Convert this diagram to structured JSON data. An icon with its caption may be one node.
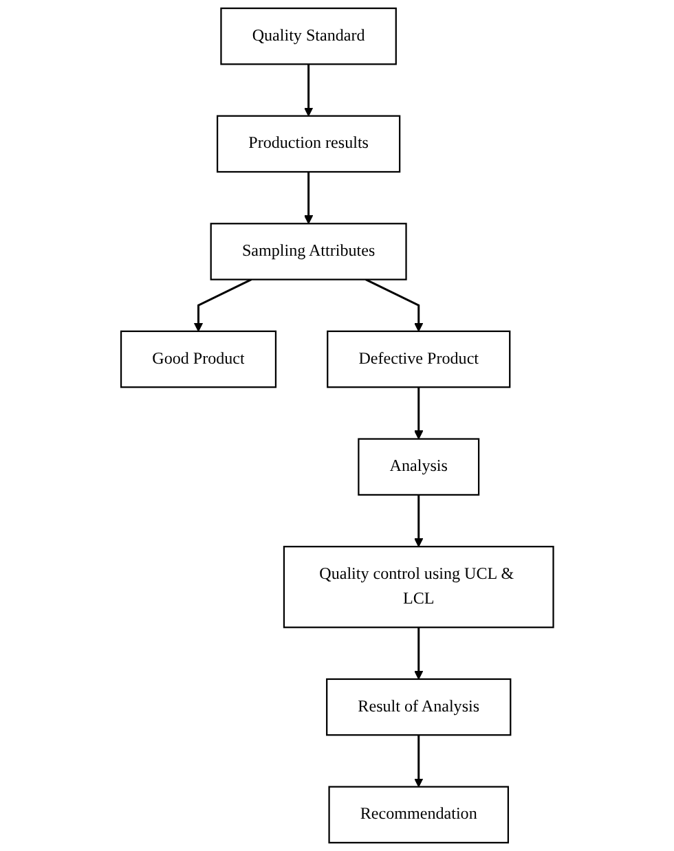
{
  "diagram": {
    "nodes": [
      {
        "text": [
          "Quality Standard"
        ]
      },
      {
        "text": [
          "Production results"
        ]
      },
      {
        "text": [
          "Sampling Attributes"
        ]
      },
      {
        "text": [
          "Good Product"
        ]
      },
      {
        "text": [
          "Defective Product"
        ]
      },
      {
        "text": [
          "Analysis"
        ]
      },
      {
        "text": [
          "Quality control using UCL & LCL"
        ]
      },
      {
        "text": [
          "Result of Analysis"
        ]
      },
      {
        "text": [
          "Recommendation"
        ]
      }
    ],
    "edges": [
      {
        "from": 0,
        "to": 1,
        "arrow": "to"
      },
      {
        "from": 1,
        "to": 2,
        "arrow": "to"
      },
      {
        "from": 2,
        "to": 3,
        "arrow": "to"
      },
      {
        "from": 2,
        "to": 4,
        "arrow": "to"
      },
      {
        "from": 4,
        "to": 5,
        "arrow": "to"
      },
      {
        "from": 5,
        "to": 6,
        "arrow": "to"
      },
      {
        "from": 6,
        "to": 7,
        "arrow": "to"
      },
      {
        "from": 7,
        "to": 8,
        "arrow": "to"
      }
    ]
  }
}
